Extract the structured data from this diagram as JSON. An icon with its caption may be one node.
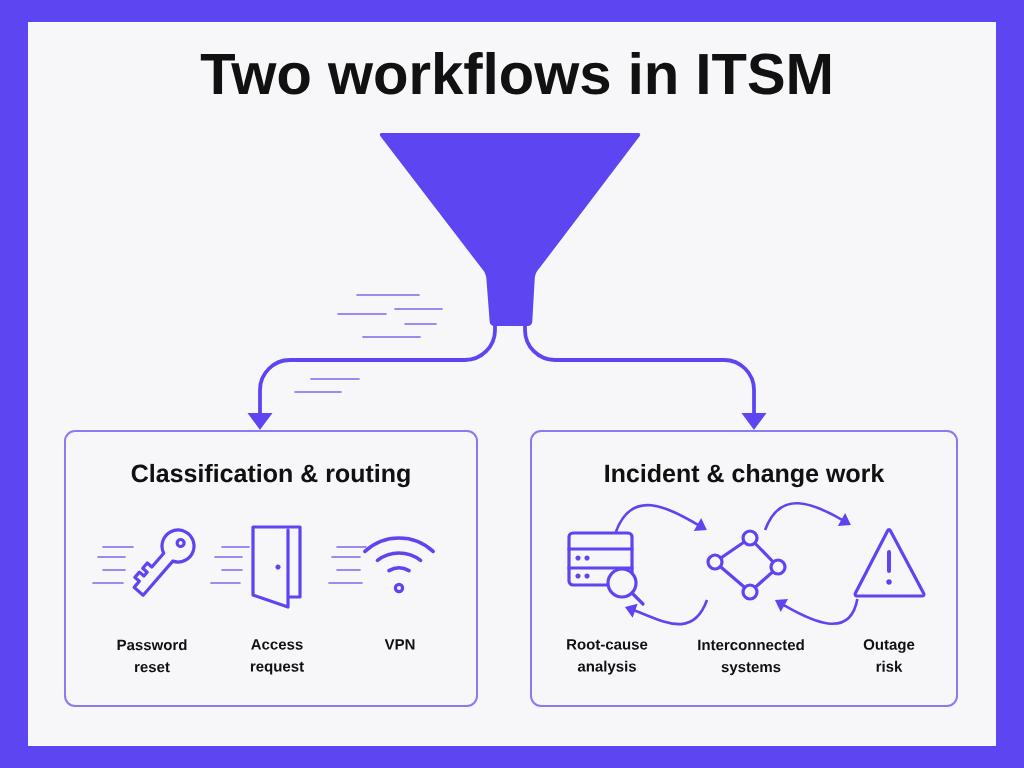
{
  "diagram": {
    "title": "Two workflows in ITSM",
    "nodes": [
      {
        "text": [],
        "shape": "funnel"
      },
      {
        "text": [
          "Classification & routing"
        ]
      },
      {
        "text": [],
        "shape": "picture",
        "in": 1,
        "beside": [
          "Password reset"
        ]
      },
      {
        "text": [],
        "shape": "picture",
        "in": 1,
        "beside": [
          "Access request"
        ]
      },
      {
        "text": [],
        "shape": "picture",
        "in": 1,
        "beside": [
          "VPN"
        ]
      },
      {
        "text": [
          "Incident & change work"
        ]
      },
      {
        "text": [],
        "shape": "picture",
        "in": 5,
        "beside": [
          "Root-cause analysis"
        ]
      },
      {
        "text": [],
        "shape": "picture",
        "in": 5,
        "beside": [
          "Interconnected systems"
        ]
      },
      {
        "text": [],
        "shape": "picture",
        "in": 5,
        "beside": [
          "Outage risk"
        ]
      }
    ],
    "edges": [
      {
        "from": 0,
        "to": 1,
        "arrow": "to"
      },
      {
        "from": 0,
        "to": 5,
        "arrow": "to"
      },
      {
        "from": 6,
        "to": 7,
        "arrow": "to"
      },
      {
        "from": 7,
        "to": 8,
        "arrow": "to"
      },
      {
        "from": 8,
        "to": 7,
        "arrow": "to"
      },
      {
        "from": 7,
        "to": 6,
        "arrow": "to"
      }
    ]
  }
}
